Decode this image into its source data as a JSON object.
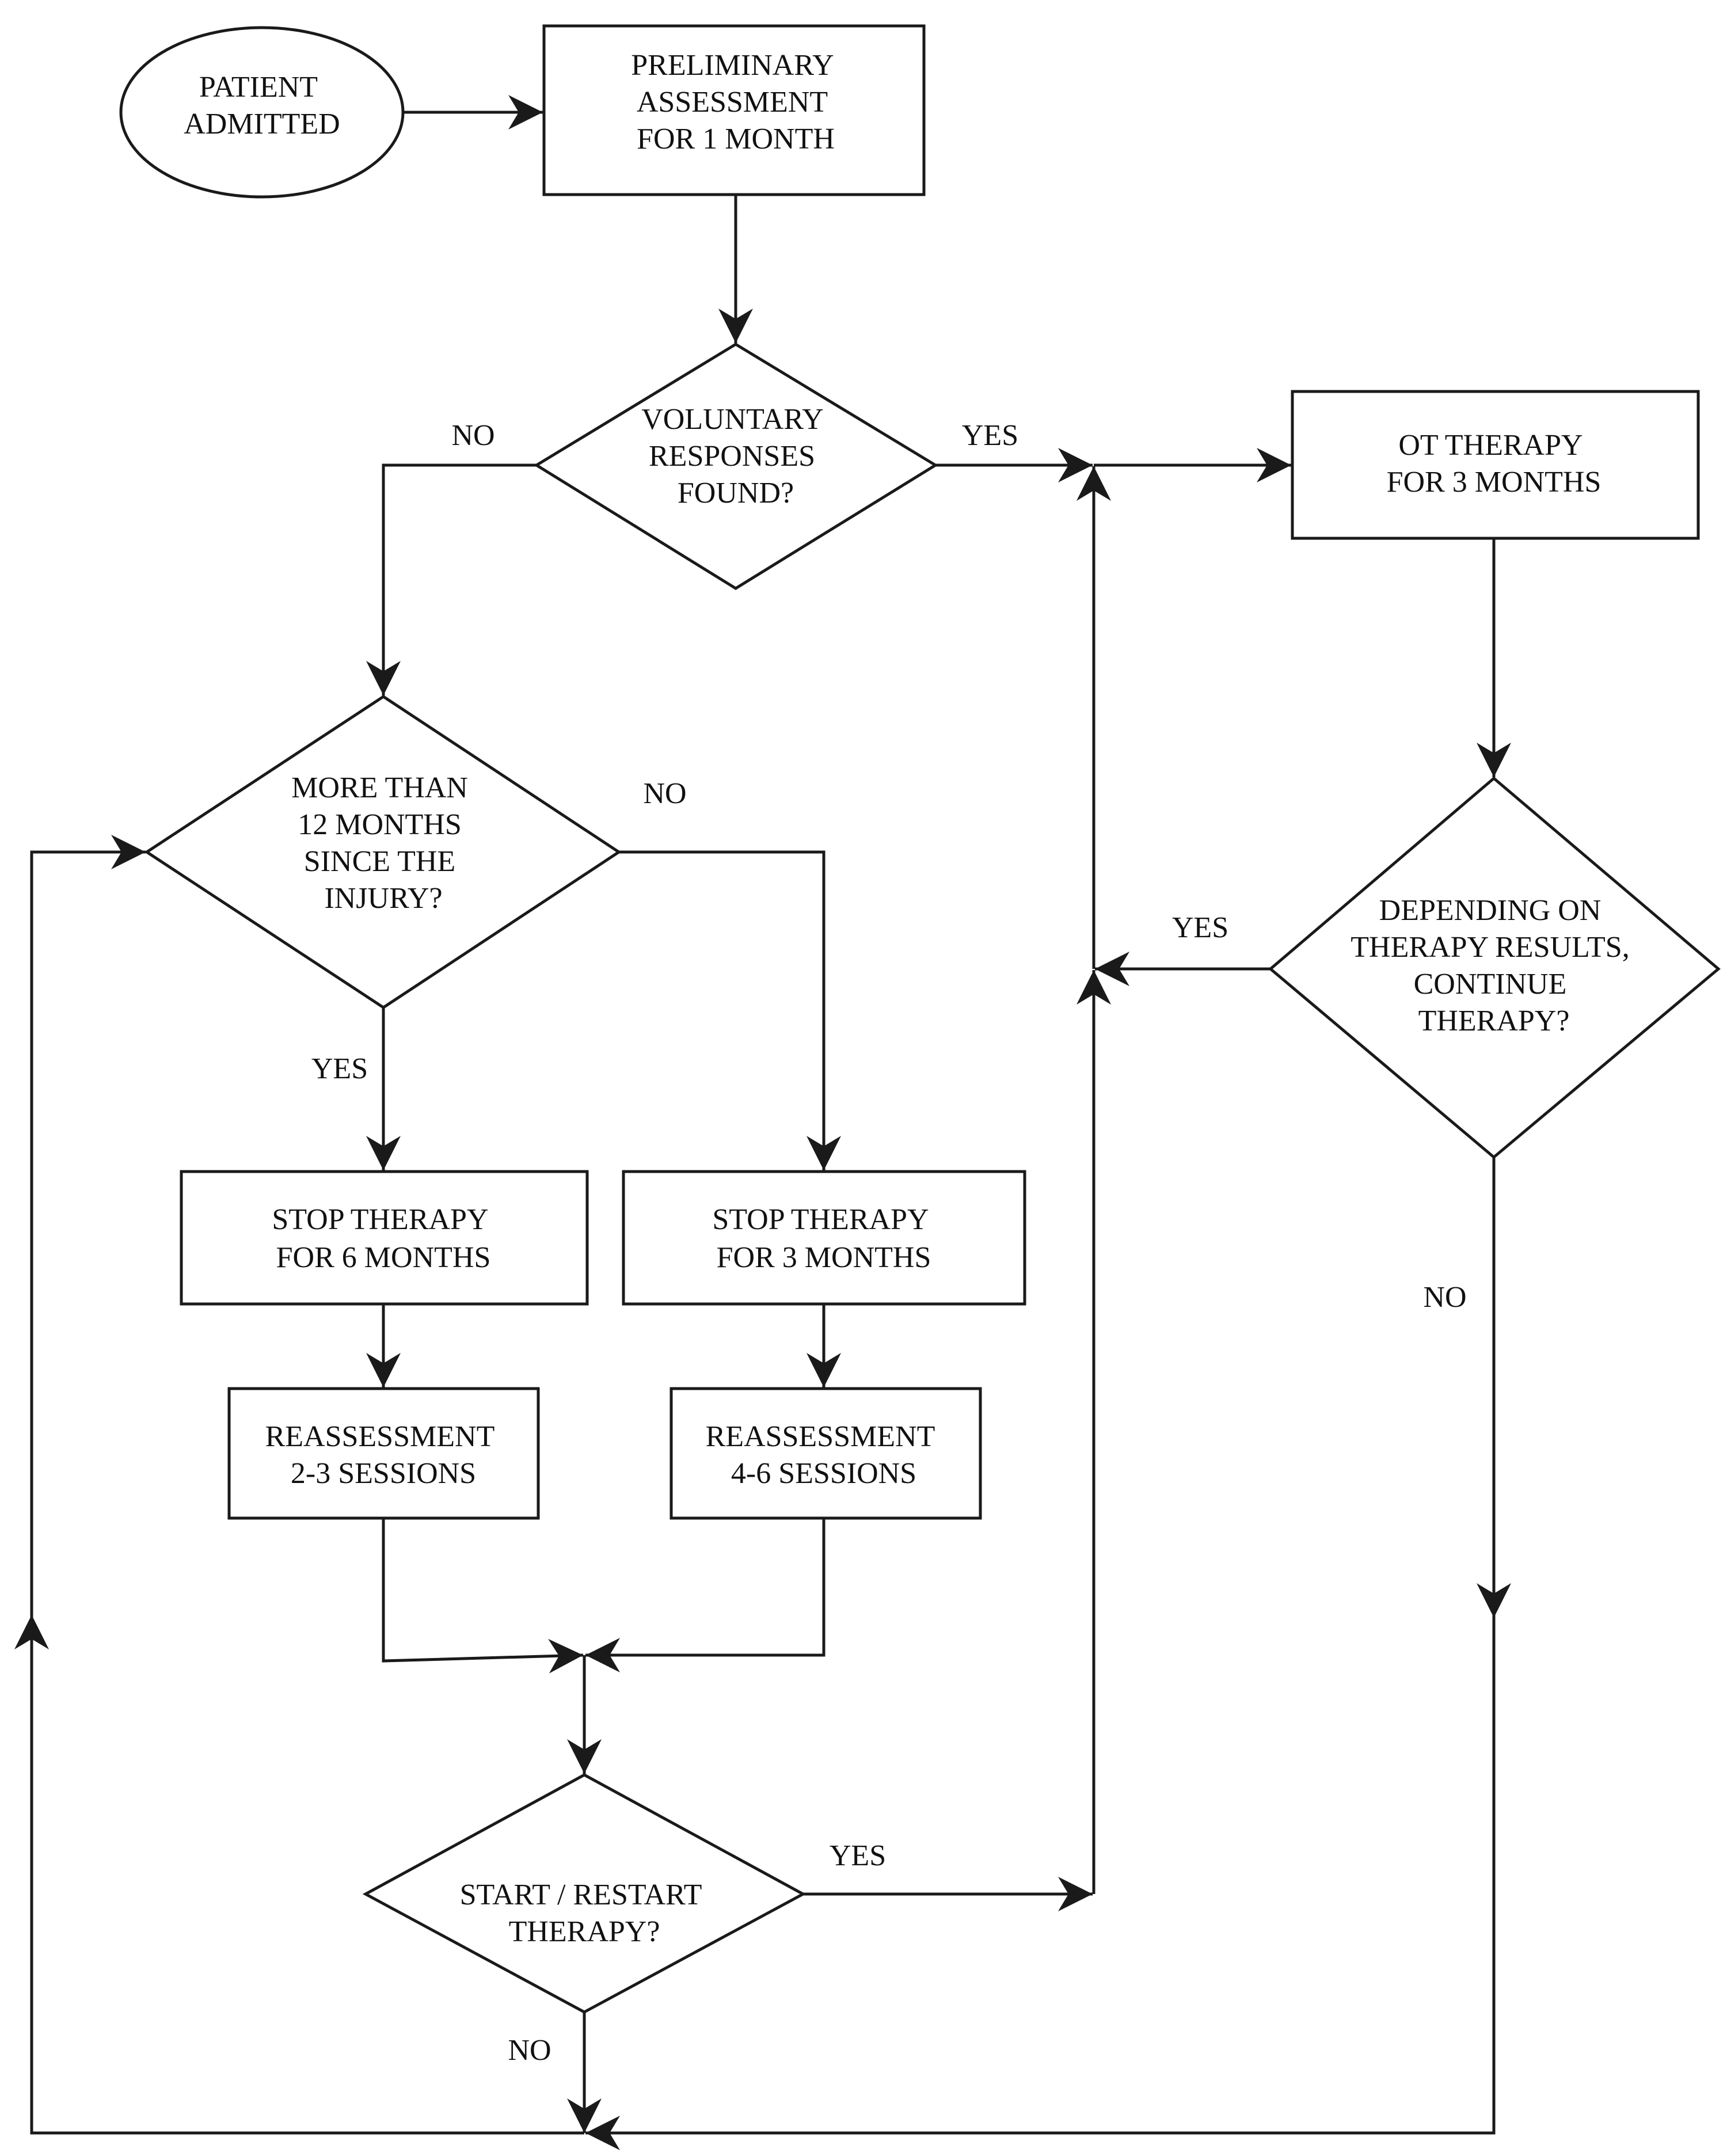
{
  "nodes": {
    "admitted": [
      "PATIENT",
      "ADMITTED"
    ],
    "prelim": [
      "PRELIMINARY",
      "ASSESSMENT",
      "FOR 1 MONTH"
    ],
    "voluntary": [
      "VOLUNTARY",
      "RESPONSES",
      "FOUND?"
    ],
    "ot": [
      "OT THERAPY",
      "FOR 3 MONTHS"
    ],
    "more12": [
      "MORE THAN",
      "12 MONTHS",
      "SINCE THE",
      "INJURY?"
    ],
    "depending": [
      "DEPENDING ON",
      "THERAPY RESULTS,",
      "CONTINUE",
      "THERAPY?"
    ],
    "stop6": [
      "STOP THERAPY",
      "FOR 6 MONTHS"
    ],
    "stop3": [
      "STOP THERAPY",
      "FOR 3 MONTHS"
    ],
    "reassess23": [
      "REASSESSMENT",
      "2-3 SESSIONS"
    ],
    "reassess46": [
      "REASSESSMENT",
      "4-6 SESSIONS"
    ],
    "restart": [
      "START / RESTART",
      "THERAPY?"
    ]
  },
  "edge_labels": {
    "voluntary_no": "NO",
    "voluntary_yes": "YES",
    "more12_no": "NO",
    "more12_yes": "YES",
    "depending_yes": "YES",
    "depending_no": "NO",
    "restart_yes": "YES",
    "restart_no": "NO"
  }
}
